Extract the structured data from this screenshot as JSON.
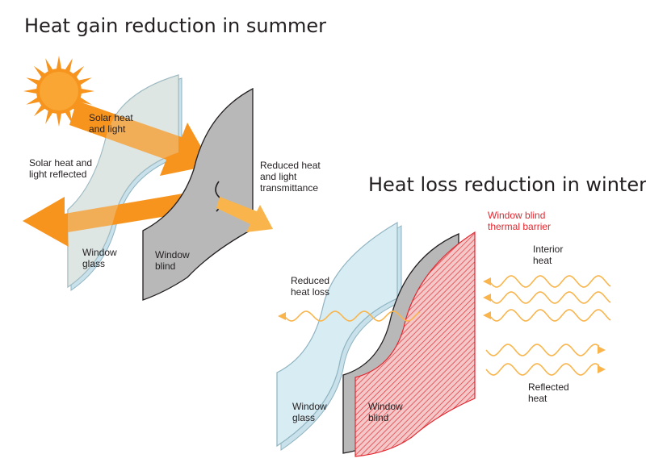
{
  "summer": {
    "title": "Heat gain reduction in summer",
    "solar_in": [
      "Solar heat",
      "and light"
    ],
    "reflected": [
      "Solar heat and",
      "light reflected"
    ],
    "transmitted": [
      "Reduced heat",
      "and light",
      "transmittance"
    ],
    "glass": [
      "Window",
      "glass"
    ],
    "blind": [
      "Window",
      "blind"
    ]
  },
  "winter": {
    "title": "Heat loss reduction in winter",
    "barrier": [
      "Window blind",
      "thermal barrier"
    ],
    "interior": [
      "Interior",
      "heat"
    ],
    "reduced_loss": [
      "Reduced",
      "heat loss"
    ],
    "reflected": [
      "Reflected",
      "heat"
    ],
    "glass": [
      "Window",
      "glass"
    ],
    "blind": [
      "Window",
      "blind"
    ]
  },
  "colors": {
    "sun": "#f7941d",
    "arrow_orange": "#f7941d",
    "arrow_light": "#f9b54c",
    "glass_fill": "#d8ecf3",
    "blind_fill": "#b8b8b9",
    "barrier_red": "#e3262e",
    "text": "#231f20"
  },
  "icons": {
    "sun": "sun-icon",
    "wave": "heat-wave-icon"
  }
}
